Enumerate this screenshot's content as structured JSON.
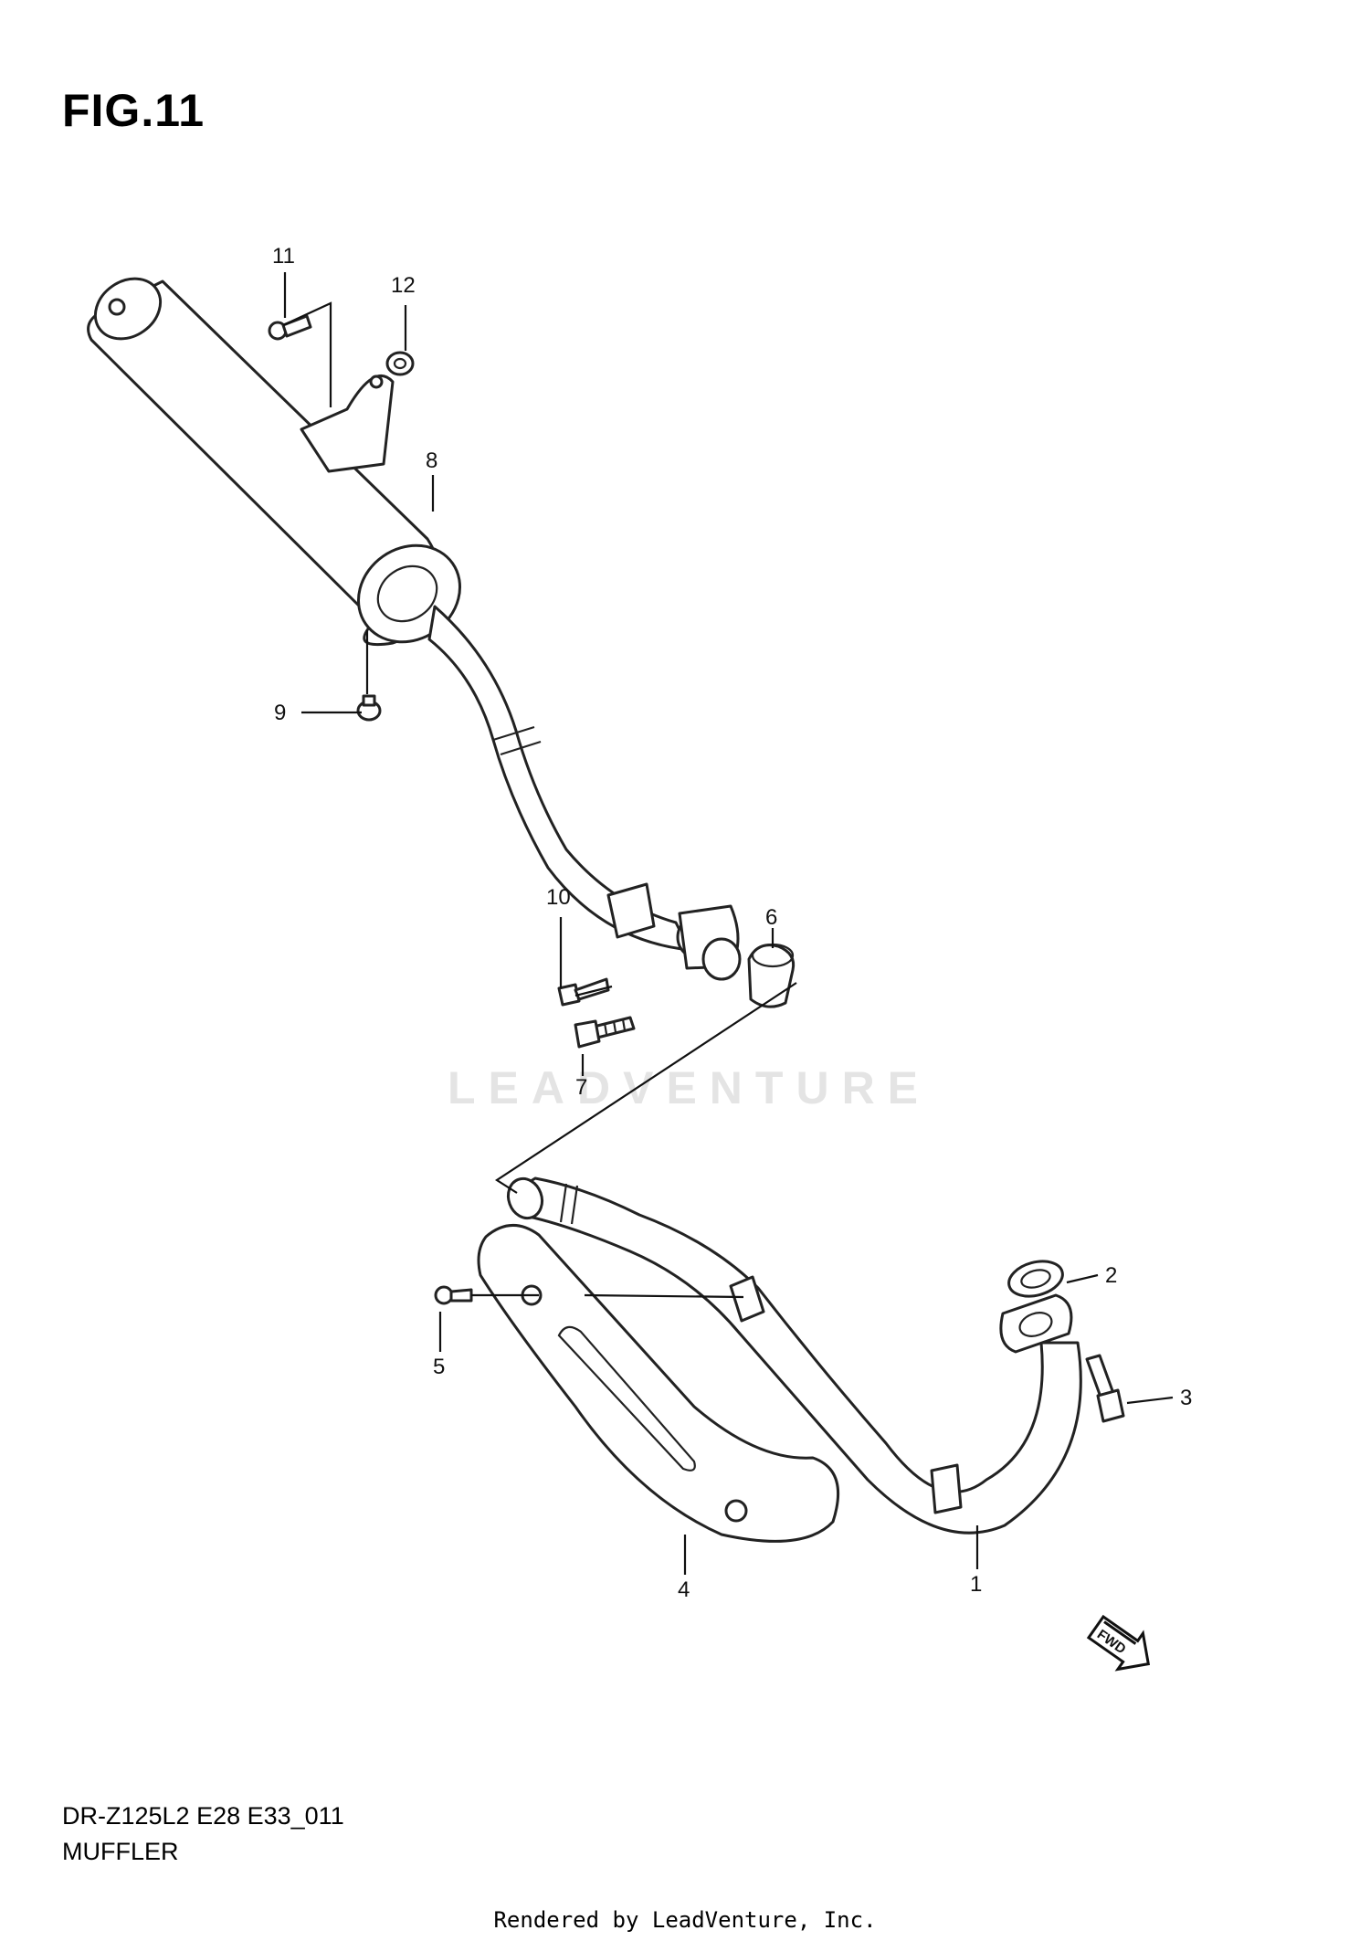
{
  "figure": {
    "title": "FIG.11",
    "model_code": "DR-Z125L2 E28 E33_011",
    "name": "MUFFLER"
  },
  "watermark": "LEADVENTURE",
  "footer": "Rendered by LeadVenture, Inc.",
  "fwd_label": "FWD",
  "callouts": {
    "c1": "1",
    "c2": "2",
    "c3": "3",
    "c4": "4",
    "c5": "5",
    "c6": "6",
    "c7": "7",
    "c8": "8",
    "c9": "9",
    "c10": "10",
    "c11": "11",
    "c12": "12"
  },
  "colors": {
    "line": "#222222",
    "background": "#ffffff",
    "watermark": "#e4e4e4"
  }
}
